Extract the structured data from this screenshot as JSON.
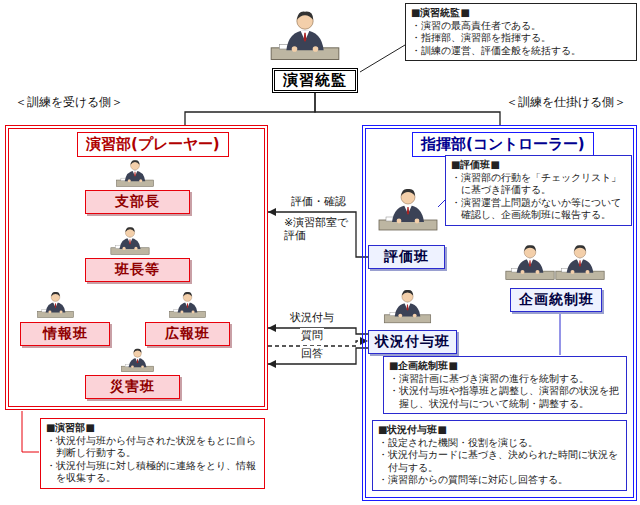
{
  "diagram": {
    "nodes": [
      {
        "text": [
          "■演習統監■",
          "・演習の最高責任者である。",
          "・指揮部、演習部を指揮する。",
          "・訓練の運営、評価全般を統括する。"
        ]
      },
      {
        "text": [
          "演習統監"
        ]
      },
      {
        "text": [
          "演習部(プレーヤー)"
        ]
      },
      {
        "text": [
          "支部長"
        ],
        "in": 2
      },
      {
        "text": [
          "班長等"
        ],
        "in": 2
      },
      {
        "text": [
          "情報班"
        ],
        "in": 2
      },
      {
        "text": [
          "広報班"
        ],
        "in": 2
      },
      {
        "text": [
          "災害班"
        ],
        "in": 2
      },
      {
        "text": [
          "■演習部■",
          "・状況付与班から付与された状況をもとに自ら判断し行動する。",
          "・状況付与班に対し積極的に連絡をとり、情報を収集する。"
        ]
      },
      {
        "text": [
          "指揮部(コントローラー)"
        ]
      },
      {
        "text": [
          "■評価班■",
          "・演習部の行動を「チェックリスト」に基づき評価する。",
          "・演習運営上問題がないか等について確認し、企画統制班に報告する。"
        ],
        "in": 9
      },
      {
        "text": [
          "評価班"
        ],
        "in": 9
      },
      {
        "text": [
          "企画統制班"
        ],
        "in": 9
      },
      {
        "text": [
          "状況付与班"
        ],
        "in": 9
      },
      {
        "text": [
          "■企画統制班■",
          "・演習計画に基づき演習の進行を統制する。",
          "・状況付与班や指導班と調整し、演習部の状況を把握し、状況付与について統制・調整する。"
        ],
        "in": 9
      },
      {
        "text": [
          "■状況付与班■",
          "・設定された機関・役割を演じる。",
          "・状況付与カードに基づき、決められた時間に状況を付与する。",
          "・演習部からの質問等に対応し回答する。"
        ],
        "in": 9
      }
    ],
    "edges": [
      {
        "from": 1,
        "to": 2,
        "arrow": "none"
      },
      {
        "from": 1,
        "to": 9,
        "arrow": "none"
      },
      {
        "from": 11,
        "to": 2,
        "label": "評価・確認",
        "arrow": "to"
      },
      {
        "from": 13,
        "to": 2,
        "label": "状況付与",
        "arrow": "to"
      },
      {
        "from": 2,
        "to": 13,
        "label": "質問",
        "arrow": "to"
      },
      {
        "from": 13,
        "to": 2,
        "label": "回答",
        "arrow": "to"
      }
    ],
    "labels": [
      "＜訓練を受ける側＞",
      "＜訓練を仕掛ける側＞",
      "※演習部室で評価"
    ]
  }
}
